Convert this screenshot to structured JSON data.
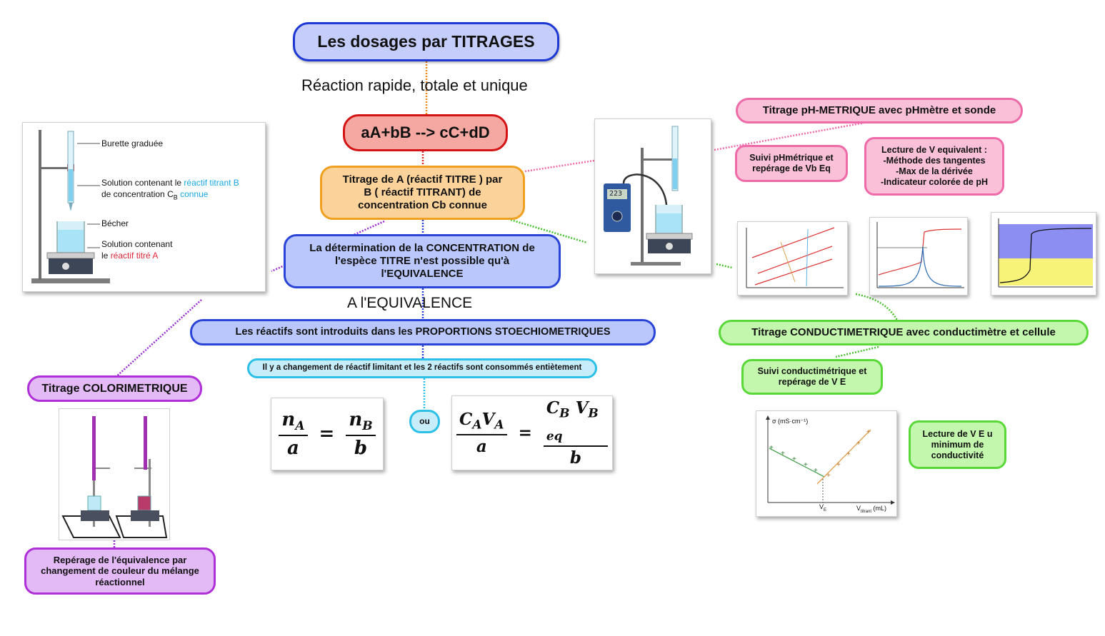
{
  "title": "Les dosages par TITRAGES",
  "reaction_caption": "Réaction rapide, totale et unique",
  "equation": "aA+bB --> cC+dD",
  "titrage_desc": "Titrage de A (réactif TITRE ) par\nB ( réactif TITRANT) de\nconcentration Cb connue",
  "determination": "La détermination de la CONCENTRATION de\nl'espèce TITRE n'est possible qu'à\nl'EQUIVALENCE",
  "equivalence_caption": "A l'EQUIVALENCE",
  "proportions": "Les réactifs sont introduits dans les PROPORTIONS STOECHIOMETRIQUES",
  "changement": "Il y a changement de réactif limitant et les 2 réactifs sont consommés entiètement",
  "ou": "ou",
  "formula1": {
    "num_var": "n",
    "num_sub": "A",
    "den": "a",
    "num2_var": "n",
    "num2_sub": "B",
    "den2": "b",
    "equals": "="
  },
  "formula2": {
    "c1": "C",
    "c1_sub": "A",
    "v1": "V",
    "v1_sub": "A",
    "den": "a",
    "c2": "C",
    "c2_sub": "B",
    "v2": "V",
    "v2_sub": "B eq",
    "den2": "b",
    "equals": "="
  },
  "setup_labels": {
    "burette": "Burette graduée",
    "solution_titrant_pre": "Solution contenant le ",
    "solution_titrant_hl": "réactif titrant B",
    "concentration_pre": "de concentration C",
    "concentration_sub": "B",
    "concentration_hl": " connue",
    "becher": "Bécher",
    "solution_titre_1": "Solution contenant",
    "solution_titre_pre": "le ",
    "solution_titre_hl": "réactif titré A"
  },
  "colorimetric": {
    "title": "Titrage COLORIMETRIQUE",
    "desc": "Repérage de l'équivalence par\nchangement de couleur du mélange\nréactionnel"
  },
  "ph": {
    "title": "Titrage pH-METRIQUE avec pHmètre et sonde",
    "suivi": "Suivi pHmétrique et\nrepérage de Vb Eq",
    "lecture": "Lecture de V equivalent :\n-Méthode des tangentes\n-Max de la dérivée\n-Indicateur colorée de pH",
    "meter_display": "223"
  },
  "conductimetric": {
    "title": "Titrage CONDUCTIMETRIQUE avec conductimètre et cellule",
    "suivi": "Suivi conductimétrique et\nrepérage de V E",
    "lecture": "Lecture de V E u\nminimum de\nconductivité",
    "graph_ylabel": "σ (mS·cm⁻¹)",
    "graph_ve": "V",
    "graph_ve_sub": "E",
    "graph_xlabel": "V",
    "graph_xlabel_sub": "titrant",
    "graph_xunit": " (mL)"
  },
  "colors": {
    "title_fill": "#c5cdfb",
    "title_border": "#1e38d4",
    "eq_fill": "#f5a8a2",
    "eq_border": "#d41414",
    "orange_fill": "#fbd29a",
    "orange_border": "#f0a020",
    "blue_fill": "#b9c7fc",
    "blue_border": "#2a44d8",
    "cyan_fill": "#c7edfa",
    "cyan_border": "#2cc0e6",
    "purple_fill": "#e3b9f6",
    "purple_border": "#b030d8",
    "pink_fill": "#f9c0d8",
    "pink_border": "#ee6aa8",
    "green_fill": "#c2f7ad",
    "green_border": "#5ad83a",
    "highlight_cyan": "#19a9e0",
    "highlight_red": "#e0263a"
  }
}
